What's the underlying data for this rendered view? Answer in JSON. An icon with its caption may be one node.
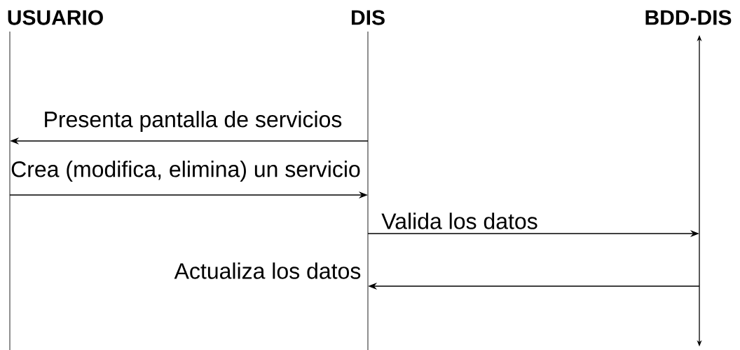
{
  "diagram": {
    "nodes": [
      {
        "text": [
          "USUARIO"
        ]
      },
      {
        "text": [
          "DIS"
        ]
      },
      {
        "text": [
          "BDD-DIS"
        ]
      }
    ],
    "edges": [
      {
        "from": 1,
        "to": 0,
        "arrow": "to",
        "label": "Presenta pantalla de servicios"
      },
      {
        "from": 0,
        "to": 1,
        "arrow": "to",
        "label": "Crea (modifica, elimina) un servicio"
      },
      {
        "from": 1,
        "to": 2,
        "arrow": "to",
        "label": "Valida los datos"
      },
      {
        "from": 2,
        "to": 1,
        "arrow": "to",
        "label": "Actualiza los datos"
      }
    ]
  }
}
